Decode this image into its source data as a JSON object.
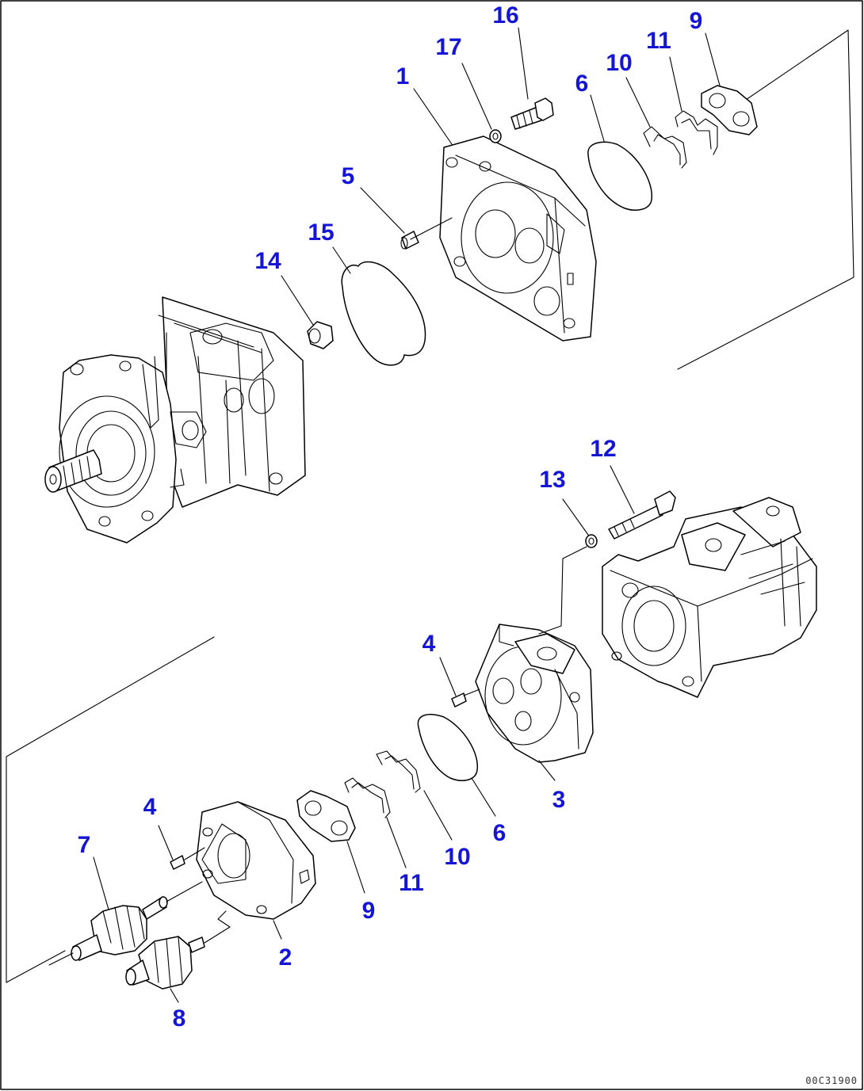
{
  "diagram": {
    "frame_color": "#000000",
    "callout_color": "#1515d6",
    "drawing_code": "00C31900",
    "callouts": [
      "16",
      "17",
      "1",
      "9",
      "11",
      "10",
      "6",
      "5",
      "15",
      "14",
      "12",
      "13",
      "4",
      "3",
      "6",
      "10",
      "11",
      "9",
      "2",
      "4",
      "7",
      "8"
    ]
  }
}
